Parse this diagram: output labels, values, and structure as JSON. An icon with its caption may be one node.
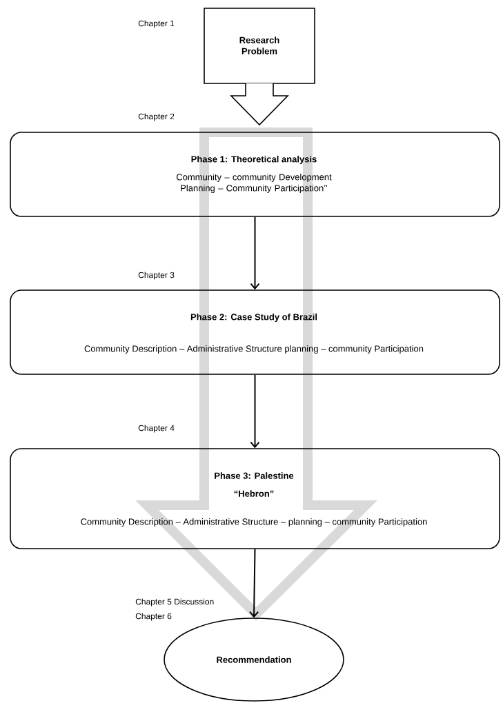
{
  "diagram": {
    "nodes": [
      {
        "text": [
          "Research Problem"
        ]
      },
      {
        "text": [
          "Phase 1: Theoretical analysis",
          "Community – community Development Planning – Community Participation’’"
        ]
      },
      {
        "text": [
          "Phase 2: Case Study of Brazil",
          "Community Description – Administrative Structure planning – community Participation"
        ]
      },
      {
        "text": [
          "Phase 3: Palestine",
          "“Hebron”",
          "Community Description  –      Administrative Structure – planning – community Participation"
        ]
      },
      {
        "text": [
          "Recommendation"
        ]
      }
    ],
    "edges": [
      {
        "from": 0,
        "to": 1,
        "arrow": "to",
        "style": "thick"
      },
      {
        "from": 1,
        "to": 2,
        "arrow": "to"
      },
      {
        "from": 2,
        "to": 3,
        "arrow": "to"
      },
      {
        "from": 3,
        "to": 4,
        "arrow": "to"
      },
      {
        "from": 1,
        "to": 4,
        "arrow": "to",
        "style": "thick",
        "color": "#d9d9d9"
      }
    ],
    "labels": [
      "Chapter 1",
      "Chapter 2",
      "Chapter 3",
      "Chapter 4",
      "Chapter 5 Discussion",
      "Chapter 6"
    ]
  }
}
